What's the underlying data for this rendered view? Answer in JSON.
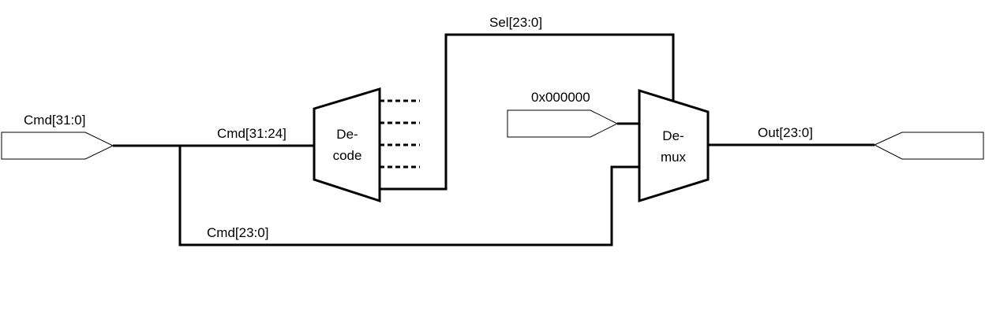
{
  "ports": {
    "input_label": "Cmd[31:0]",
    "output_label": "Out[23:0]",
    "constant_label": "0x000000"
  },
  "wires": {
    "cmd_high": "Cmd[31:24]",
    "cmd_low": "Cmd[23:0]",
    "sel": "Sel[23:0]"
  },
  "blocks": {
    "decode_line1": "De-",
    "decode_line2": "code",
    "demux_line1": "De-",
    "demux_line2": "mux"
  }
}
